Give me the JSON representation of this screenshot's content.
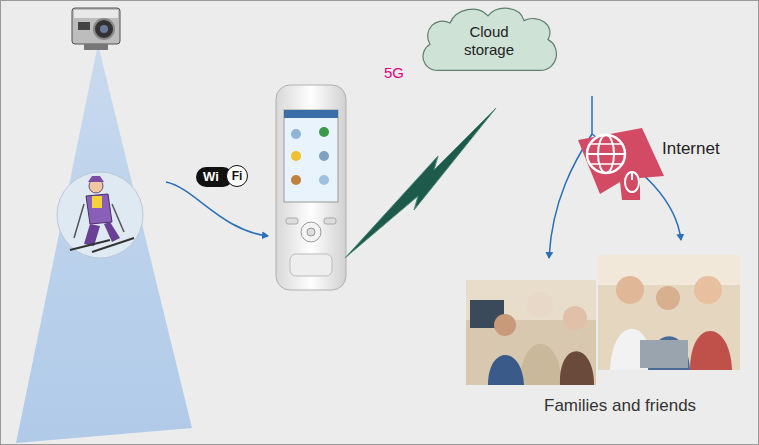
{
  "diagram": {
    "nodes": [
      {
        "text": [
          "Cloud storage"
        ]
      }
    ],
    "labels": [
      "Wi",
      "Fi",
      "5G",
      "Internet",
      "Families and friends"
    ]
  }
}
